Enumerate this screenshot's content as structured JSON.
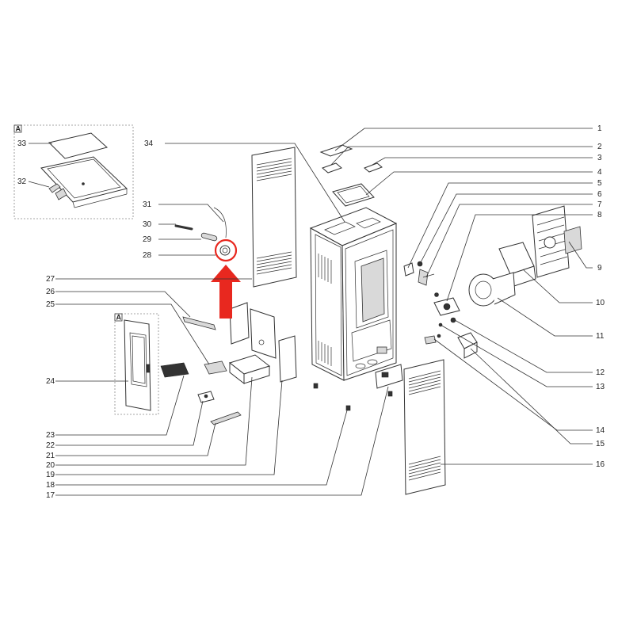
{
  "callouts": [
    {
      "id": "1",
      "label": "1"
    },
    {
      "id": "2",
      "label": "2"
    },
    {
      "id": "3",
      "label": "3"
    },
    {
      "id": "4",
      "label": "4"
    },
    {
      "id": "5",
      "label": "5"
    },
    {
      "id": "6",
      "label": "6"
    },
    {
      "id": "7",
      "label": "7"
    },
    {
      "id": "8",
      "label": "8"
    },
    {
      "id": "9",
      "label": "9"
    },
    {
      "id": "10",
      "label": "10"
    },
    {
      "id": "11",
      "label": "11"
    },
    {
      "id": "12",
      "label": "12"
    },
    {
      "id": "13",
      "label": "13"
    },
    {
      "id": "14",
      "label": "14"
    },
    {
      "id": "15",
      "label": "15"
    },
    {
      "id": "16",
      "label": "16"
    },
    {
      "id": "17",
      "label": "17"
    },
    {
      "id": "18",
      "label": "18"
    },
    {
      "id": "19",
      "label": "19"
    },
    {
      "id": "20",
      "label": "20"
    },
    {
      "id": "21",
      "label": "21"
    },
    {
      "id": "22",
      "label": "22"
    },
    {
      "id": "23",
      "label": "23"
    },
    {
      "id": "24",
      "label": "24"
    },
    {
      "id": "25",
      "label": "25"
    },
    {
      "id": "26",
      "label": "26"
    },
    {
      "id": "27",
      "label": "27"
    },
    {
      "id": "28",
      "label": "28"
    },
    {
      "id": "29",
      "label": "29"
    },
    {
      "id": "30",
      "label": "30"
    },
    {
      "id": "31",
      "label": "31"
    },
    {
      "id": "32",
      "label": "32"
    },
    {
      "id": "33",
      "label": "33"
    },
    {
      "id": "34",
      "label": "34"
    }
  ],
  "detail_boxes": {
    "top_detail_label": "A",
    "door_detail_label": "A"
  },
  "highlight": {
    "color": "#e8281f",
    "target_part": "28"
  }
}
